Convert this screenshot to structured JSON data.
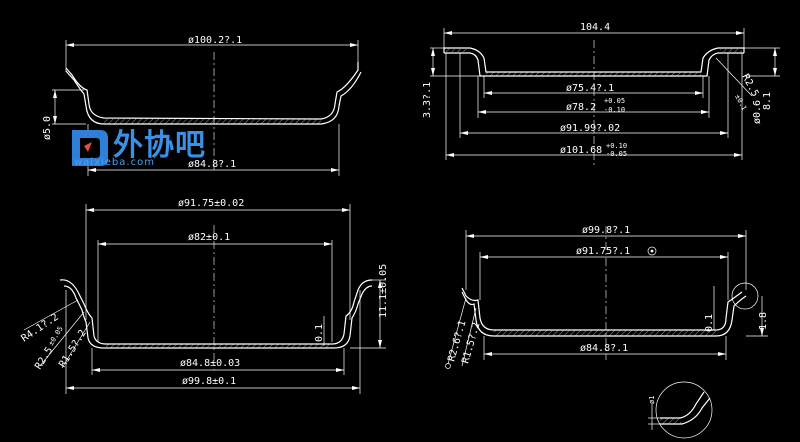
{
  "watermark": {
    "brand": "外协吧",
    "url": "waixieba.com",
    "color": "#3a8fe6"
  },
  "view_top_left": {
    "dim_top": "ø100.2?.1",
    "dim_bottom": "ø84.8?.1",
    "dim_side": "ø5.0"
  },
  "view_top_right": {
    "dim_top": "104.4",
    "dim_1": "ø75.4?.1",
    "dim_2_main": "ø78.2",
    "dim_2_upper": "+0.05",
    "dim_2_lower": "-0.10",
    "dim_3": "ø91.99?.02",
    "dim_4_main": "ø101.68",
    "dim_4_upper": "+0.10",
    "dim_4_lower": "-0.05",
    "dim_left": "3.3?.1",
    "dim_radius": "R2.5",
    "dim_radius_tol": "±0.1",
    "dim_right": "8.1",
    "dim_right2": "ø0.6"
  },
  "view_bottom_left": {
    "dim_1": "ø91.75±0.02",
    "dim_2": "ø82±0.1",
    "dim_3": "ø84.8±0.03",
    "dim_4": "ø99.8±0.1",
    "dim_height": "11.1±0.05",
    "dim_small": "0.1",
    "dim_r1": "R4.1?.2",
    "dim_r2": "R2.5",
    "dim_r2_tol": "±0.05",
    "dim_r3": "R1.5?.2"
  },
  "view_bottom_right": {
    "dim_1": "ø99.8?.1",
    "dim_2": "ø91.75?.1",
    "dim_3": "ø84.8?.1",
    "dim_small": "0.1",
    "dim_side": "1.8",
    "dim_r1": "R2.6?.1",
    "dim_r2": "R1.5?.2",
    "detail_label": "ø1"
  }
}
